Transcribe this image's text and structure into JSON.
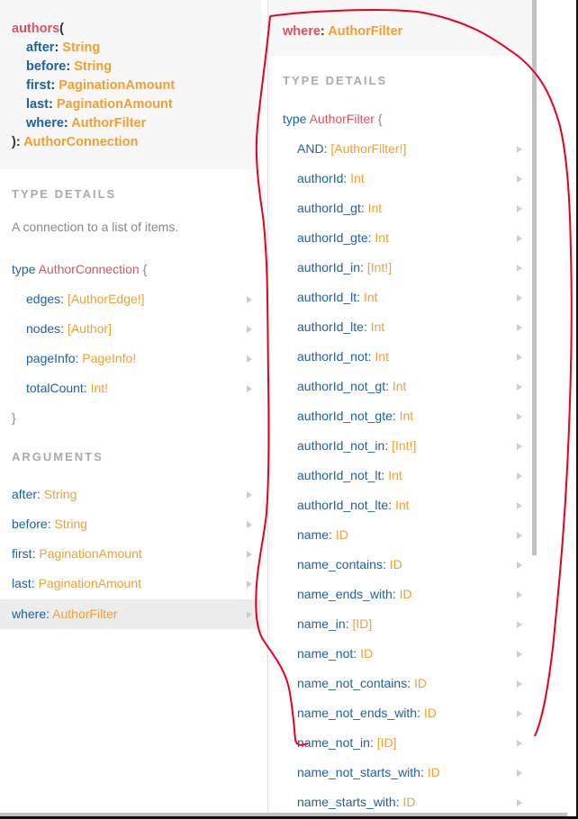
{
  "left": {
    "signature": {
      "name": "authors",
      "open": "(",
      "args": [
        {
          "name": "after",
          "type": "String"
        },
        {
          "name": "before",
          "type": "String"
        },
        {
          "name": "first",
          "type": "PaginationAmount"
        },
        {
          "name": "last",
          "type": "PaginationAmount"
        },
        {
          "name": "where",
          "type": "AuthorFilter"
        }
      ],
      "close": "):",
      "return_type": "AuthorConnection"
    },
    "type_details_title": "TYPE DETAILS",
    "description": "A connection to a list of items.",
    "type_keyword": "type",
    "type_name": "AuthorConnection",
    "open_brace": "{",
    "close_brace": "}",
    "fields": [
      {
        "name": "edges",
        "type": "[AuthorEdge!]"
      },
      {
        "name": "nodes",
        "type": "[Author]"
      },
      {
        "name": "pageInfo",
        "type": "PageInfo!"
      },
      {
        "name": "totalCount",
        "type": "Int!"
      }
    ],
    "arguments_title": "ARGUMENTS",
    "arguments": [
      {
        "name": "after",
        "type": "String"
      },
      {
        "name": "before",
        "type": "String"
      },
      {
        "name": "first",
        "type": "PaginationAmount"
      },
      {
        "name": "last",
        "type": "PaginationAmount"
      },
      {
        "name": "where",
        "type": "AuthorFilter",
        "selected": true
      }
    ]
  },
  "right": {
    "header": {
      "name": "where",
      "type": "AuthorFilter"
    },
    "type_details_title": "TYPE DETAILS",
    "type_keyword": "type",
    "type_name": "AuthorFilter",
    "open_brace": "{",
    "fields": [
      {
        "name": "AND",
        "type": "[AuthorFilter!]"
      },
      {
        "name": "authorId",
        "type": "Int"
      },
      {
        "name": "authorId_gt",
        "type": "Int"
      },
      {
        "name": "authorId_gte",
        "type": "Int"
      },
      {
        "name": "authorId_in",
        "type": "[Int!]"
      },
      {
        "name": "authorId_lt",
        "type": "Int"
      },
      {
        "name": "authorId_lte",
        "type": "Int"
      },
      {
        "name": "authorId_not",
        "type": "Int"
      },
      {
        "name": "authorId_not_gt",
        "type": "Int"
      },
      {
        "name": "authorId_not_gte",
        "type": "Int"
      },
      {
        "name": "authorId_not_in",
        "type": "[Int!]"
      },
      {
        "name": "authorId_not_lt",
        "type": "Int"
      },
      {
        "name": "authorId_not_lte",
        "type": "Int"
      },
      {
        "name": "name",
        "type": "ID"
      },
      {
        "name": "name_contains",
        "type": "ID"
      },
      {
        "name": "name_ends_with",
        "type": "ID"
      },
      {
        "name": "name_in",
        "type": "[ID]"
      },
      {
        "name": "name_not",
        "type": "ID"
      },
      {
        "name": "name_not_contains",
        "type": "ID"
      },
      {
        "name": "name_not_ends_with",
        "type": "ID"
      },
      {
        "name": "name_not_in",
        "type": "[ID]"
      },
      {
        "name": "name_not_starts_with",
        "type": "ID"
      },
      {
        "name": "name_starts_with",
        "type": "ID"
      }
    ]
  },
  "colors": {
    "field_name": "#1f61a0",
    "type_ref": "#f0a030",
    "type_name": "#e0525f",
    "section_title": "#aaaaaa",
    "annotation": "#e8001c"
  }
}
